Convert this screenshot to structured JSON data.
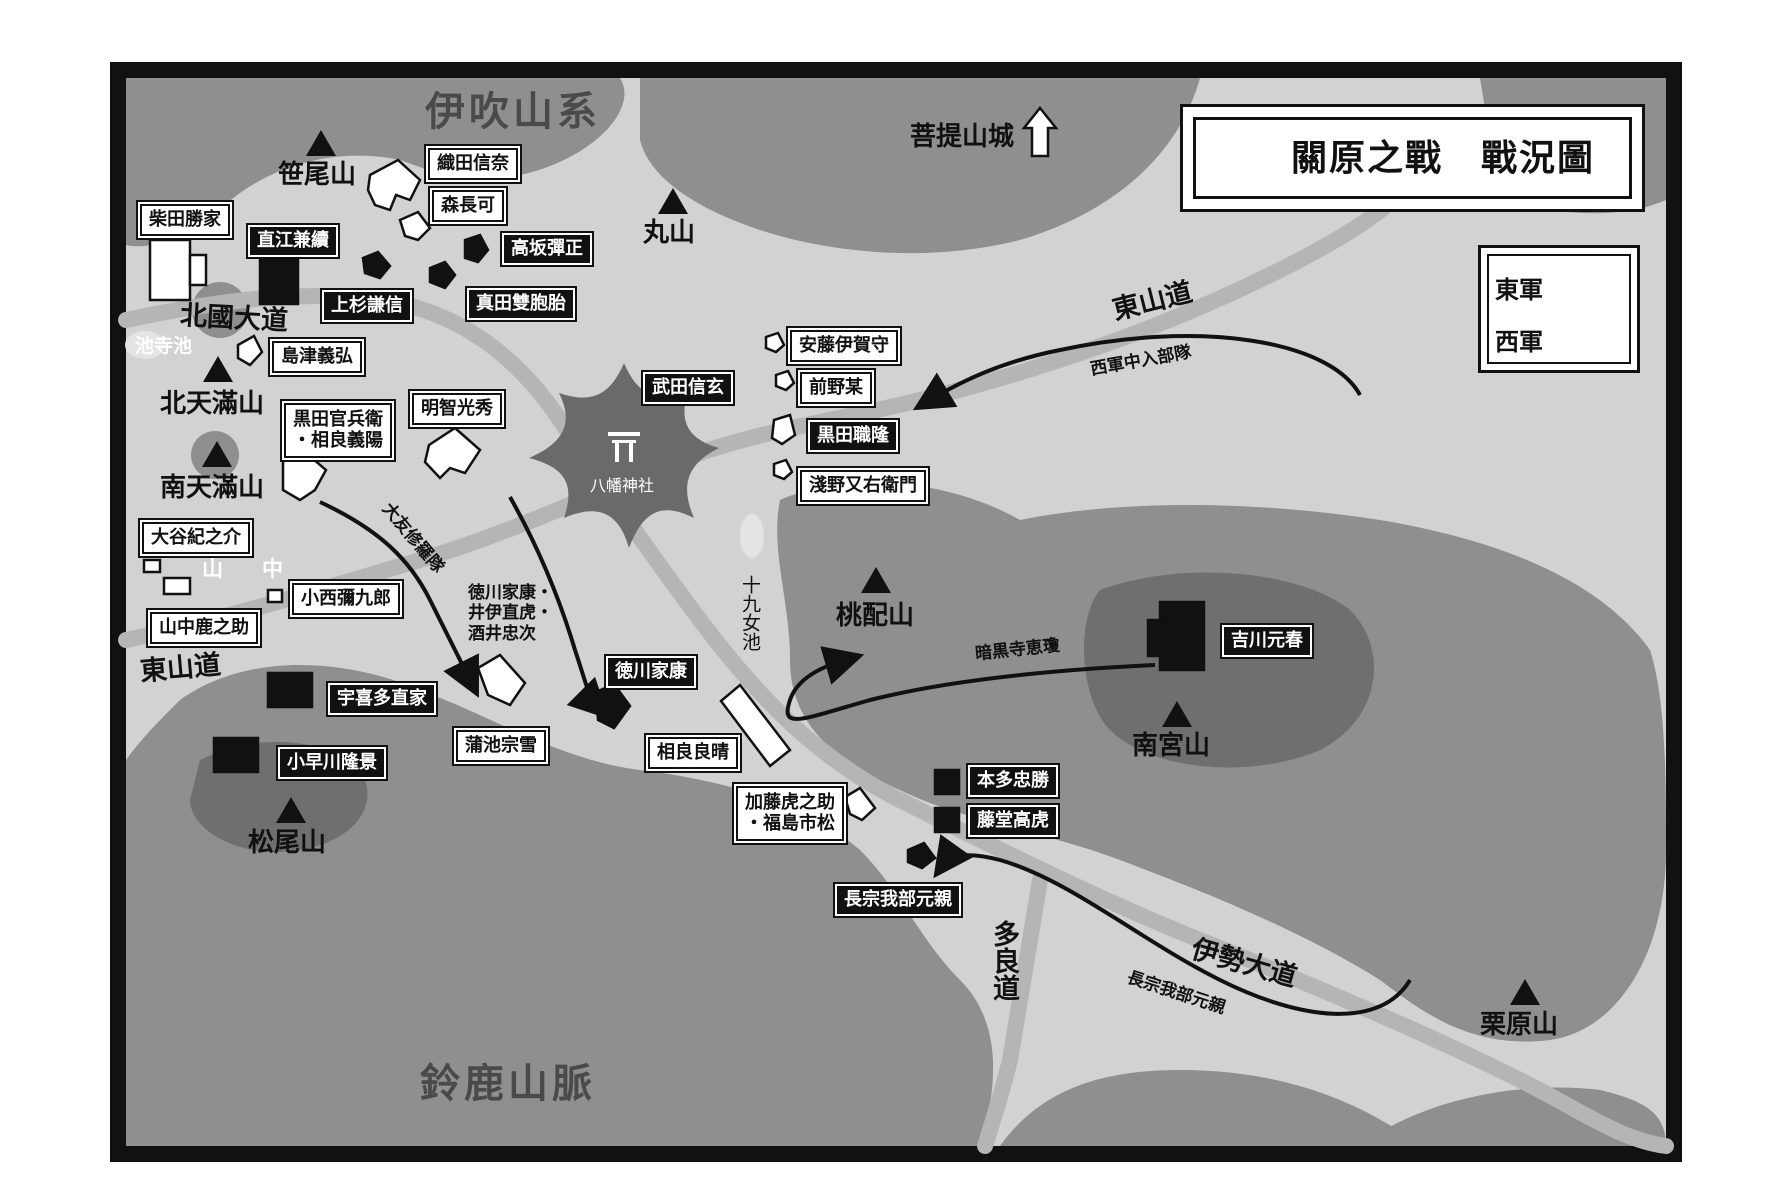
{
  "title": "關原之戰　戰況圖",
  "legend": {
    "east": "東軍",
    "west": "西軍"
  },
  "ranges": {
    "north": "伊吹山系",
    "south": "鈴鹿山脈"
  },
  "mountains": {
    "sasaoyama": "笹尾山",
    "maruyama": "丸山",
    "kitatenma": "北天滿山",
    "minamitenma": "南天滿山",
    "momokubari": "桃配山",
    "nangu": "南宮山",
    "matsuo": "松尾山",
    "kurihara": "栗原山"
  },
  "roads": {
    "hokkoku": "北國大道",
    "tozan_w": "東山道",
    "tozan_e": "東山道",
    "ise": "伊勢大道",
    "tara": "多良道"
  },
  "places": {
    "bodaisan": "菩提山城",
    "ikedera": "池寺池",
    "yamanaka_1": "山",
    "yamanaka_2": "中",
    "tsuzura": "十九女池",
    "shrine": "八幡神社"
  },
  "routes": {
    "seigun": "西軍中入部隊",
    "ankokuji": "暗黒寺恵瓊",
    "otomo": "大友修羅隊",
    "chosokabe": "長宗我部元親",
    "tokugawa_group": "徳川家康・\n井伊直虎・\n酒井忠次"
  },
  "west_units": {
    "oda": "織田信奈",
    "mori": "森長可",
    "shibata": "柴田勝家",
    "shimazu": "島津義弘",
    "akechi": "明智光秀",
    "kuroda_kanbei": "黒田官兵衛\n・相良義陽",
    "otani": "大谷紀之介",
    "konishi": "小西彌九郎",
    "yamanaka": "山中鹿之助",
    "gamou": "蒲池宗雪",
    "ando": "安藤伊賀守",
    "maeno": "前野某",
    "asano": "淺野又右衛門",
    "kato": "加藤虎之助\n・福島市松"
  },
  "east_units": {
    "naoe": "直江兼續",
    "takasaka": "高坂彈正",
    "uesugi": "上杉謙信",
    "sanada": "真田雙胞胎",
    "takeda": "武田信玄",
    "kuroda_nagamasa": "黒田職隆",
    "tokugawa": "徳川家康",
    "sagara": "相良良晴",
    "kikkawa": "吉川元春",
    "ukita": "宇喜多直家",
    "kobayakawa": "小早川隆景",
    "honda": "本多忠勝",
    "todo": "藤堂高虎",
    "chosokabe": "長宗我部元親"
  },
  "colors": {
    "background": "#d2d2d2",
    "hill": "#8c8c8c",
    "road": "#b0b0b0",
    "ink": "#111111"
  }
}
